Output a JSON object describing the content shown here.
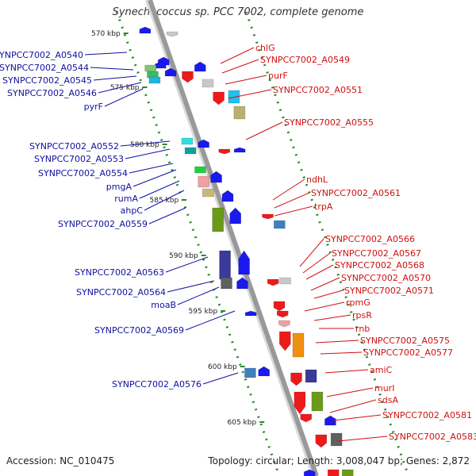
{
  "title": "Synechococcus sp. PCC 7002, complete genome",
  "footer": {
    "accession": "Accession: NC_010475",
    "summary": "Topology: circular; Length: 3,008,047 bp; Genes: 2,872"
  },
  "scale_ticks": [
    "570 kbp",
    "575 kbp",
    "580 kbp",
    "585 kbp",
    "590 kbp",
    "595 kbp",
    "600 kbp",
    "605 kbp"
  ],
  "left_labels": [
    "SYNPCC7002_A0540",
    "SYNPCC7002_A0544",
    "SYNPCC7002_A0545",
    "SYNPCC7002_A0546",
    "pyrF",
    "SYNPCC7002_A0552",
    "SYNPCC7002_A0553",
    "SYNPCC7002_A0554",
    "pmgA",
    "rumA",
    "ahpC",
    "SYNPCC7002_A0559",
    "SYNPCC7002_A0563",
    "SYNPCC7002_A0564",
    "moaB",
    "SYNPCC7002_A0569",
    "SYNPCC7002_A0576"
  ],
  "right_labels": [
    "chlG",
    "SYNPCC7002_A0549",
    "purF",
    "SYNPCC7002_A0551",
    "SYNPCC7002_A0555",
    "ndhL",
    "SYNPCC7002_A0561",
    "trpA",
    "SYNPCC7002_A0566",
    "SYNPCC7002_A0567",
    "SYNPCC7002_A0568",
    "SYNPCC7002_A0570",
    "SYNPCC7002_A0571",
    "rpmG",
    "rpsR",
    "rnb",
    "SYNPCC7002_A0575",
    "SYNPCC7002_A0577",
    "amiC",
    "murI",
    "sdsA",
    "SYNPCC7002_A0581",
    "SYNPCC7002_A0583"
  ],
  "colors": {
    "left_label": "#1010a0",
    "right_label": "#d01010",
    "backbone": "#999999",
    "forward_strand": "#1a1aee",
    "reverse_strand": "#ee1a1a",
    "tick": "#2a8a2a"
  }
}
